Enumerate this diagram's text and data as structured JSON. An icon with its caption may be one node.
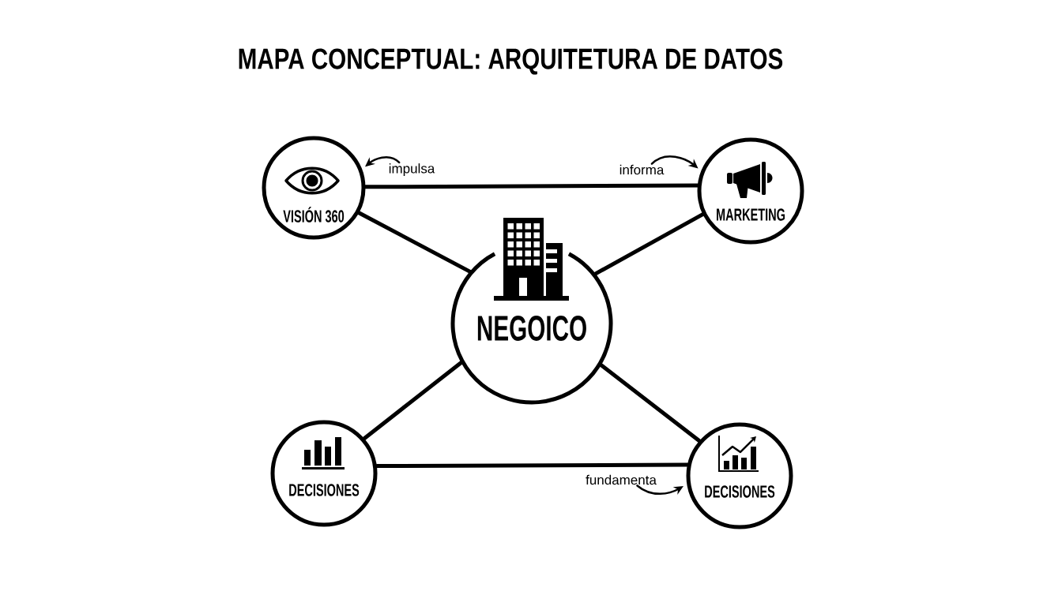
{
  "diagram": {
    "title": "MAPA CONCEPTUAL: ARQUITETURA DE DATOS",
    "nodes": [
      {
        "text": [
          "VISIÓN 360"
        ]
      },
      {
        "text": [
          "MARKETING"
        ]
      },
      {
        "text": [
          "NEGOICO"
        ]
      },
      {
        "text": [
          "DECISIONES"
        ]
      },
      {
        "text": [
          "DECISIONES"
        ]
      },
      {
        "text": [
          "impulsa"
        ]
      },
      {
        "text": [
          "informa"
        ]
      },
      {
        "text": [
          "fundamenta"
        ]
      }
    ],
    "edges": [
      {
        "from": 0,
        "to": 1,
        "arrow": "none"
      },
      {
        "from": 0,
        "to": 2,
        "arrow": "none"
      },
      {
        "from": 1,
        "to": 2,
        "arrow": "none"
      },
      {
        "from": 2,
        "to": 3,
        "arrow": "none"
      },
      {
        "from": 2,
        "to": 4,
        "arrow": "none"
      },
      {
        "from": 3,
        "to": 4,
        "arrow": "none"
      },
      {
        "from": 5,
        "to": 0,
        "arrow": "to"
      },
      {
        "from": 6,
        "to": 1,
        "arrow": "to"
      },
      {
        "from": 7,
        "to": 4,
        "arrow": "to"
      }
    ]
  }
}
